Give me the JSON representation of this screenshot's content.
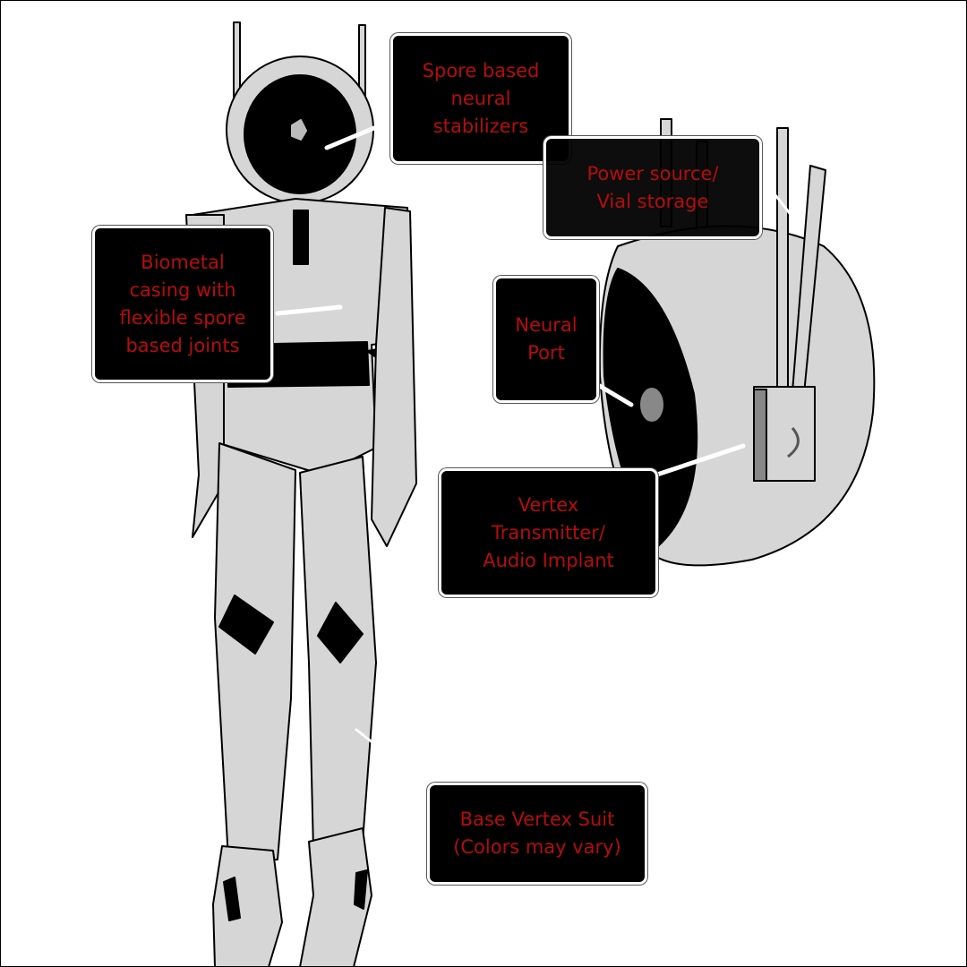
{
  "labels": {
    "neural_stabilizers": "Spore based\nneural\nstabilizers",
    "power_source": "Power source/\nVial storage",
    "biometal_casing": "Biometal\ncasing with\nflexible spore\nbased joints",
    "neural_port": "Neural\nPort",
    "vertex_transmitter": "Vertex\nTransmitter/\nAudio Implant",
    "base_suit": "Base Vertex Suit\n(Colors may vary)"
  },
  "colors": {
    "label_text": "#b50d0d",
    "label_bg": "#000000",
    "suit": "#d6d6d6"
  }
}
